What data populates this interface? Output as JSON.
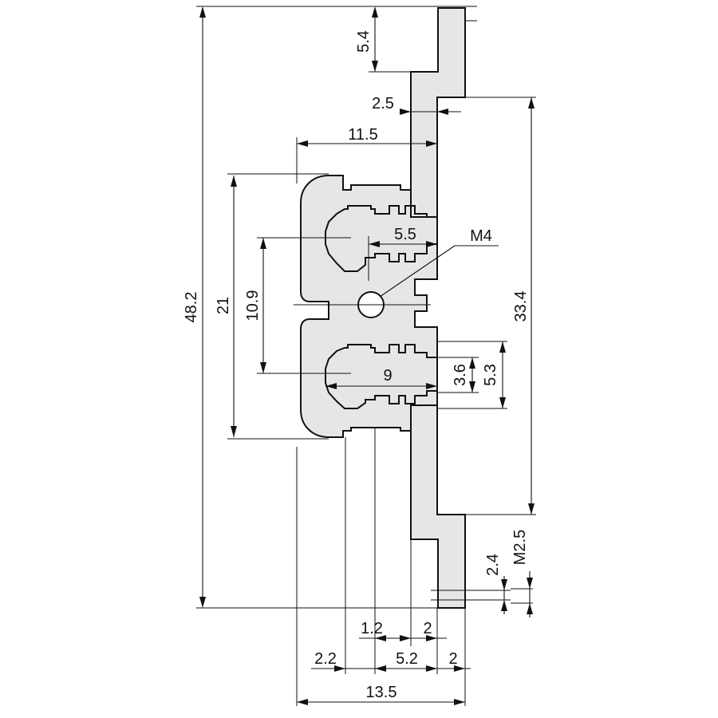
{
  "dimensions": {
    "overall_height": "48.2",
    "top_tab_height": "5.4",
    "tab_step": "2.5",
    "width_11_5": "11.5",
    "body_height": "21",
    "slot_spacing": "10.9",
    "slot_width": "5.5",
    "bore_thread": "M4",
    "slot_depth": "9",
    "slot_opening": "3.6",
    "slot_head": "5.3",
    "rail_length": "33.4",
    "bottom_thread": "M2.5",
    "bottom_offset": "2.4",
    "groove_width": "1.2",
    "web_thickness": "2",
    "left_offset": "2.2",
    "center_width": "5.2",
    "right_lip": "2",
    "overall_width": "13.5"
  },
  "colors": {
    "part_fill": "#e6e6e6",
    "outline": "#111111"
  }
}
